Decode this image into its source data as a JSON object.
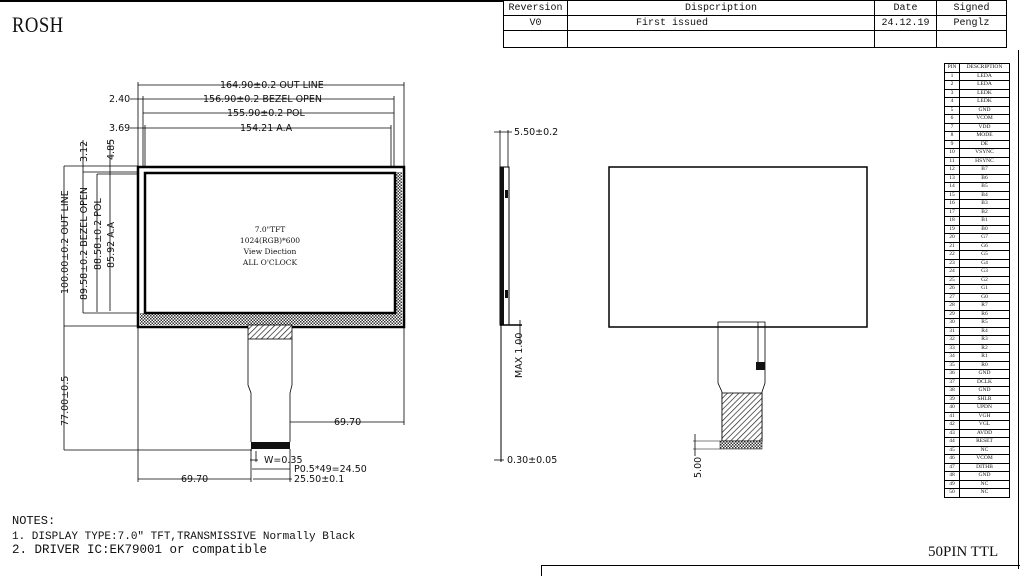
{
  "header": {
    "brand": "ROSH"
  },
  "revision_table": {
    "headers": [
      "Reversion",
      "Dispcription",
      "Date",
      "Signed"
    ],
    "rows": [
      [
        "V0",
        "First issued",
        "24.12.19",
        "Penglz"
      ],
      [
        "",
        "",
        "",
        ""
      ]
    ]
  },
  "front_view": {
    "width_dims": {
      "outline": "164.90±0.2 OUT LINE",
      "bezel": "156.90±0.2 BEZEL OPEN",
      "pol": "155.90±0.2 POL",
      "aa": "154.21 A.A",
      "bezel_offset": "2.40",
      "aa_offset": "3.69"
    },
    "height_dims": {
      "outline": "100.00±0.2 OUT LINE",
      "bezel": "89.58±0.2 BEZEL OPEN",
      "pol": "88.58±0.2 POL",
      "aa": "85.92 A.A",
      "offset_a": "3.12",
      "offset_b": "4.85"
    },
    "screen_label": [
      "7.0\"TFT",
      "1024(RGB)*600",
      "View Diection",
      "ALL O'CLOCK"
    ],
    "fpc_dims": {
      "length": "77.00±0.5",
      "right_offset": "69.70",
      "left_offset": "69.70",
      "pin_width": "W=0.35",
      "pitch": "P0.5*49=24.50",
      "fpc_width": "25.50±0.1"
    }
  },
  "side_view": {
    "thickness": "5.50±0.2",
    "max_label": "MAX 1.00",
    "fpc_thickness": "0.30±0.05"
  },
  "back_view": {
    "stiffener": "5.00"
  },
  "pin_table": {
    "headers": [
      "PIN",
      "DESCRIPTION"
    ],
    "pins": [
      [
        "1",
        "LEDA"
      ],
      [
        "2",
        "LEDA"
      ],
      [
        "3",
        "LEDK"
      ],
      [
        "4",
        "LEDK"
      ],
      [
        "5",
        "GND"
      ],
      [
        "6",
        "VCOM"
      ],
      [
        "7",
        "VDD"
      ],
      [
        "8",
        "MODE"
      ],
      [
        "9",
        "DE"
      ],
      [
        "10",
        "VSYNC"
      ],
      [
        "11",
        "HSYNC"
      ],
      [
        "12",
        "B7"
      ],
      [
        "13",
        "B6"
      ],
      [
        "14",
        "B5"
      ],
      [
        "15",
        "B4"
      ],
      [
        "16",
        "B3"
      ],
      [
        "17",
        "B2"
      ],
      [
        "18",
        "B1"
      ],
      [
        "19",
        "B0"
      ],
      [
        "20",
        "G7"
      ],
      [
        "21",
        "G6"
      ],
      [
        "22",
        "G5"
      ],
      [
        "23",
        "G4"
      ],
      [
        "24",
        "G3"
      ],
      [
        "25",
        "G2"
      ],
      [
        "26",
        "G1"
      ],
      [
        "27",
        "G0"
      ],
      [
        "28",
        "R7"
      ],
      [
        "29",
        "R6"
      ],
      [
        "30",
        "R5"
      ],
      [
        "31",
        "R4"
      ],
      [
        "32",
        "R3"
      ],
      [
        "33",
        "R2"
      ],
      [
        "34",
        "R1"
      ],
      [
        "35",
        "R0"
      ],
      [
        "36",
        "GND"
      ],
      [
        "37",
        "DCLK"
      ],
      [
        "38",
        "GND"
      ],
      [
        "39",
        "SHLR"
      ],
      [
        "40",
        "UPDN"
      ],
      [
        "41",
        "VGH"
      ],
      [
        "42",
        "VGL"
      ],
      [
        "43",
        "AVDD"
      ],
      [
        "44",
        "RESET"
      ],
      [
        "45",
        "NC"
      ],
      [
        "46",
        "VCOM"
      ],
      [
        "47",
        "DITHB"
      ],
      [
        "48",
        "GND"
      ],
      [
        "49",
        "NC"
      ],
      [
        "50",
        "NC"
      ]
    ],
    "title": "50PIN TTL"
  },
  "notes": {
    "title": "NOTES:",
    "items": [
      "1. DISPLAY TYPE:7.0\" TFT,TRANSMISSIVE Normally Black",
      "2. DRIVER IC:EK79001 or compatible"
    ]
  }
}
